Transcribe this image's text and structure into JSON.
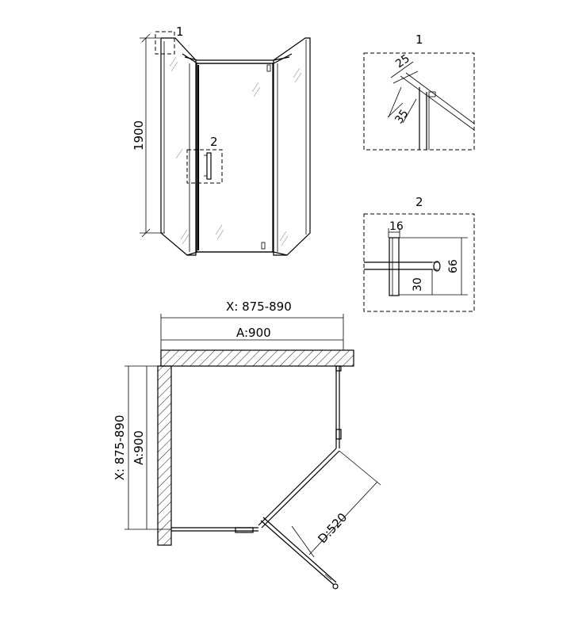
{
  "front_view": {
    "height_label": "1900",
    "callout_1": "1",
    "callout_2": "2"
  },
  "detail_1": {
    "title": "1",
    "dim_a": "25",
    "dim_b": "35"
  },
  "detail_2": {
    "title": "2",
    "dim_top": "16",
    "dim_right": "66",
    "dim_bottom": "30"
  },
  "plan_view": {
    "top_range": "X: 875-890",
    "top_size": "A:900",
    "left_range": "X: 875-890",
    "left_size": "A:900",
    "door_size": "D:520"
  },
  "colors": {
    "line": "#000000",
    "hatch": "#000000",
    "background": "#ffffff"
  }
}
